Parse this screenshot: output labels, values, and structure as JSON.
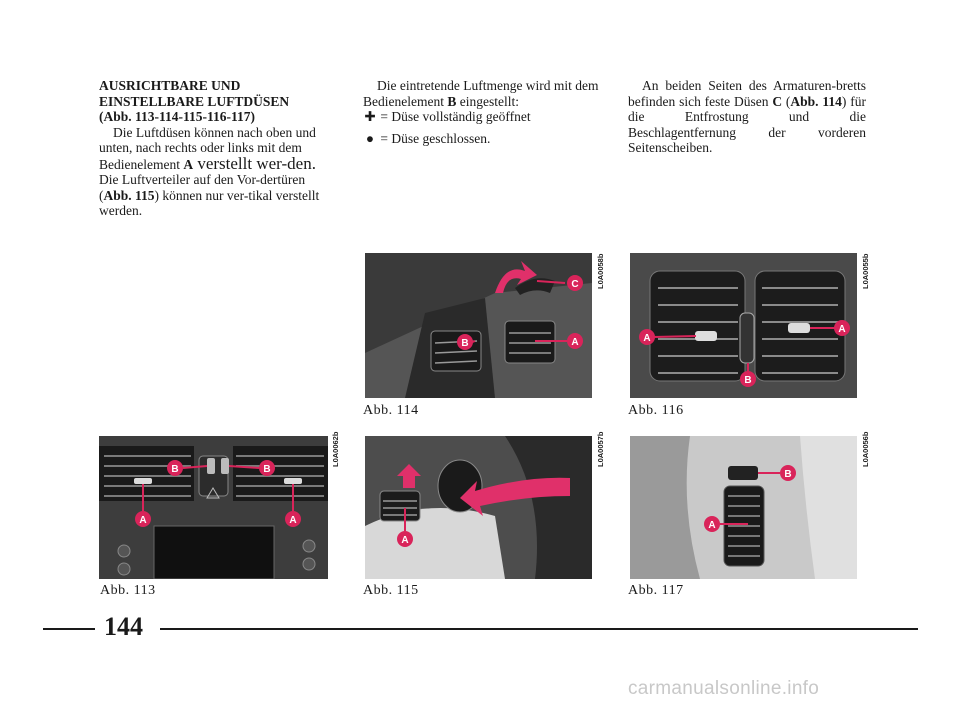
{
  "column1": {
    "heading_line1": "AUSRICHTBARE UND",
    "heading_line2": "EINSTELLBARE LUFTDÜSEN",
    "heading_line3": "(Abb. 113-114-115-116-117)",
    "p1_a": "Die Luftdüsen können nach oben und unten, nach rechts oder links mit dem Bedienelement ",
    "p1_b": "A",
    "p1_c": " verstellt wer-den.",
    "p1_d": " Die Luftverteiler auf den Vor-dertüren (",
    "p1_e": "Abb. 115",
    "p1_f": ") können nur ver-tikal verstellt werden."
  },
  "column2": {
    "p1_a": "Die eintretende Luftmenge wird mit dem Bedienelement ",
    "p1_b": "B",
    "p1_c": " eingestellt:",
    "open_symbol": "✚",
    "open_text": " = Düse vollständig geöffnet",
    "closed_symbol": "●",
    "closed_text": " = Düse geschlossen."
  },
  "column3": {
    "p1_a": "An beiden Seiten des Armaturen-bretts befinden sich feste Düsen ",
    "p1_b": "C",
    "p1_c": " (",
    "p1_d": "Abb. 114",
    "p1_e": ") für die Entfrostung und die Beschlagentfernung der vorderen Seitenscheiben."
  },
  "figures": [
    {
      "caption": "Abb. 114",
      "code": "L0A0058b"
    },
    {
      "caption": "Abb. 116",
      "code": "L0A0055b"
    },
    {
      "caption": "Abb. 113",
      "code": "L0A0062b"
    },
    {
      "caption": "Abb. 115",
      "code": "L0A0057b"
    },
    {
      "caption": "Abb. 117",
      "code": "L0A0056b"
    }
  ],
  "callouts": {
    "a": "A",
    "b": "B",
    "c": "C"
  },
  "colors": {
    "callout": "#d9245a",
    "arrow": "#e0306a"
  },
  "page_number": "144",
  "watermark": "carmanualsonline.info"
}
